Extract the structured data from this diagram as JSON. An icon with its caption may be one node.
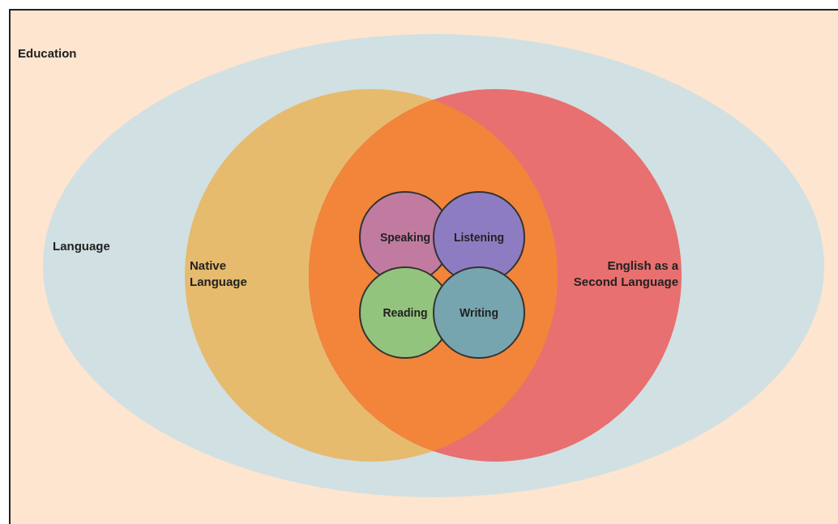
{
  "diagram": {
    "nodes": [
      {
        "text": [
          "Education"
        ]
      },
      {
        "text": [
          "Language"
        ],
        "in": 0
      },
      {
        "text": [
          "Native Language"
        ],
        "in": 1
      },
      {
        "text": [
          "English as a Second Language"
        ],
        "in": 1
      },
      {
        "text": [
          "Speaking"
        ]
      },
      {
        "text": [
          "Listening"
        ]
      },
      {
        "text": [
          "Reading"
        ]
      },
      {
        "text": [
          "Writing"
        ]
      }
    ]
  }
}
